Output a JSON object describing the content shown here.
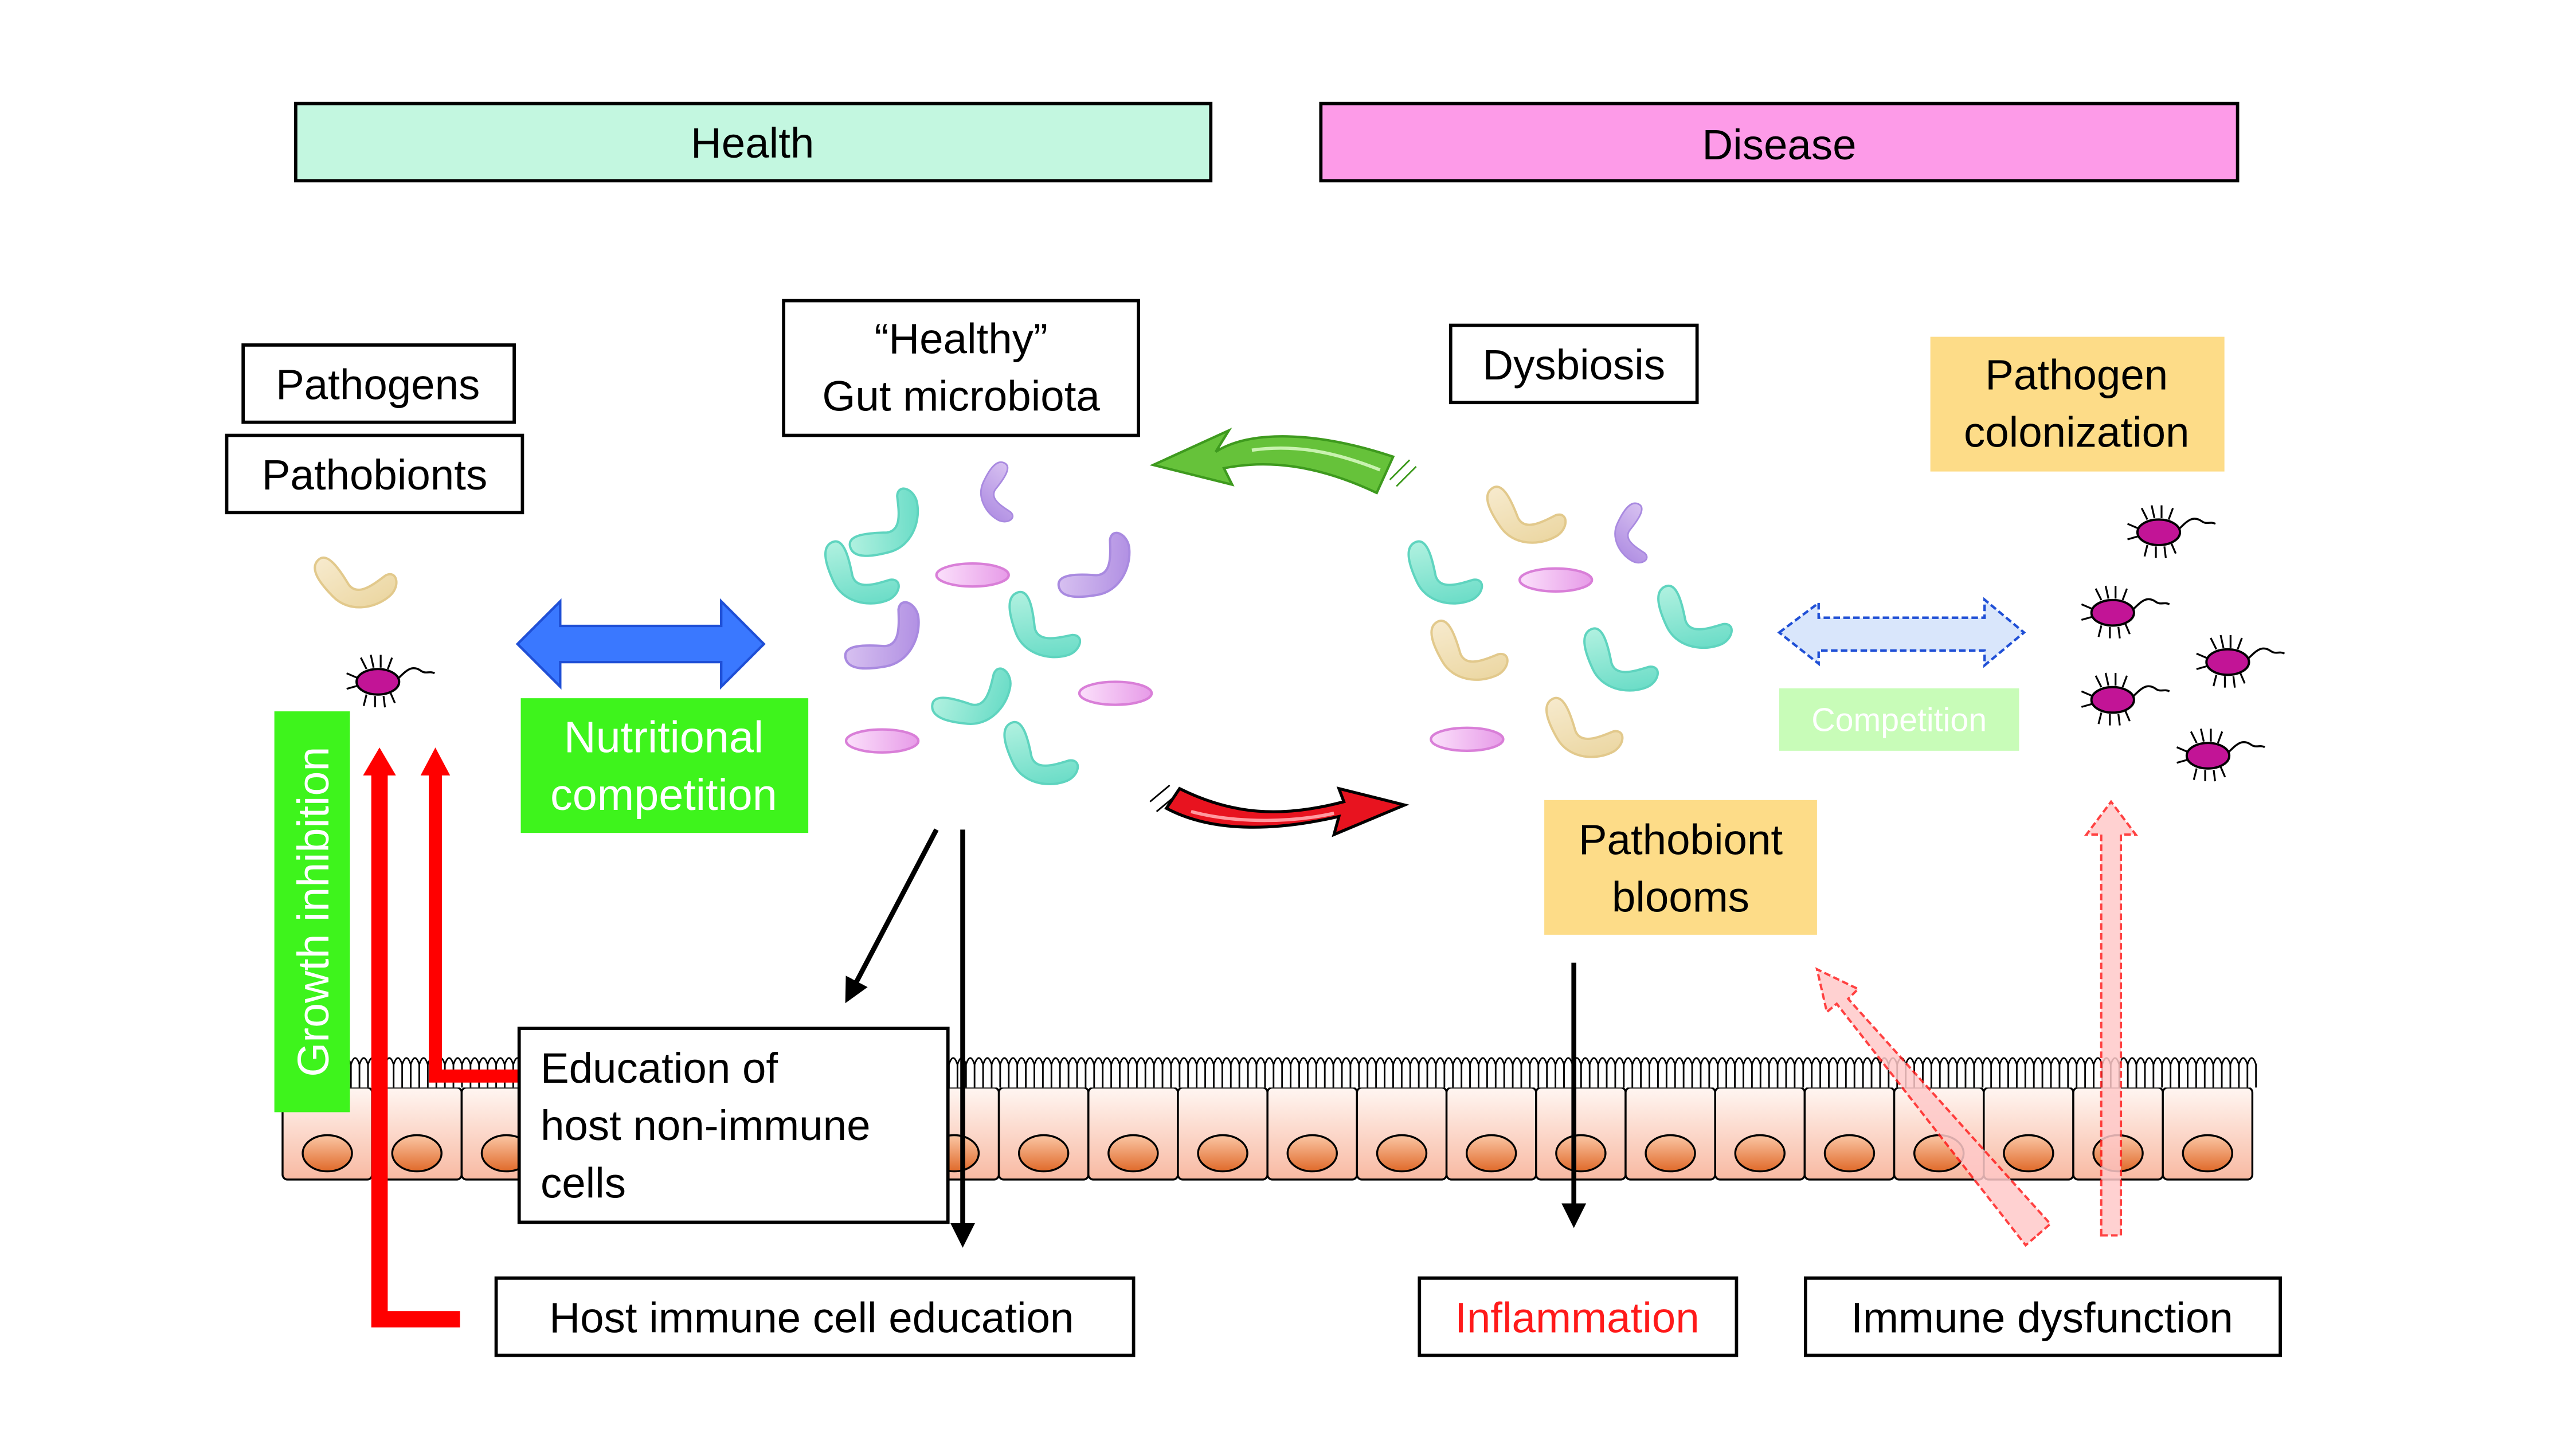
{
  "header": {
    "health_label": "Health",
    "disease_label": "Disease"
  },
  "health": {
    "pathogens_label": "Pathogens",
    "pathobionts_label": "Pathobionts",
    "healthy_line1": "“Healthy”",
    "healthy_line2": "Gut microbiota",
    "nutritional_line1": "Nutritional",
    "nutritional_line2": "competition",
    "growth_inhibition_label": "Growth inhibition",
    "education_line1": "Education of",
    "education_line2": "host non-immune",
    "education_line3": "cells",
    "host_immune_label": "Host immune cell education"
  },
  "disease": {
    "dysbiosis_label": "Dysbiosis",
    "pathogen_col_line1": "Pathogen",
    "pathogen_col_line2": "colonization",
    "competition_label": "Competition",
    "pathobiont_line1": "Pathobiont",
    "pathobiont_line2": "blooms",
    "inflammation_label": "Inflammation",
    "immune_dysfunction_label": "Immune dysfunction"
  },
  "colors": {
    "health_bg": "#c3f7e0",
    "disease_bg": "#fd9be8",
    "green_box": "#3ef41c",
    "yellow_box": "#fddc88",
    "faint_green": "#c8fcb8",
    "inflammation_text": "#ff1a1a",
    "inhibition_red": "#ff0000",
    "blue_arrow": "#3a78ff"
  }
}
